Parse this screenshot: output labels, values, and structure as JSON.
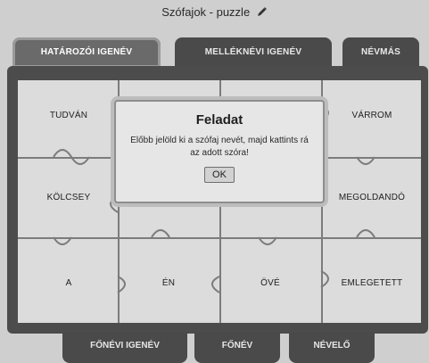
{
  "app": {
    "title": "Szófajok - puzzle"
  },
  "tabs_top": [
    {
      "label": "HATÁROZÓI IGENÉV"
    },
    {
      "label": "MELLÉKNÉVI IGENÉV"
    },
    {
      "label": "NÉVMÁS"
    }
  ],
  "tabs_bottom": [
    {
      "label": "FŐNÉVI IGENÉV"
    },
    {
      "label": "FŐNÉV"
    },
    {
      "label": "NÉVELŐ"
    }
  ],
  "words": [
    {
      "text": "TUDVÁN"
    },
    {
      "text": "VÁRROM"
    },
    {
      "text": "KÖLCSEY"
    },
    {
      "text": "MEGOLDANDÓ"
    },
    {
      "text": "A"
    },
    {
      "text": "ÉN"
    },
    {
      "text": "ÖVÉ"
    },
    {
      "text": "EMLEGETETT"
    }
  ],
  "dialog": {
    "title": "Feladat",
    "body": "Előbb jelöld ki a szófaj nevét, majd kattints rá az adott szóra!",
    "ok_label": "OK"
  },
  "colors": {
    "board": "#4c4c4c",
    "tab": "#4a4a4a",
    "cell": "#dcdcdc"
  }
}
